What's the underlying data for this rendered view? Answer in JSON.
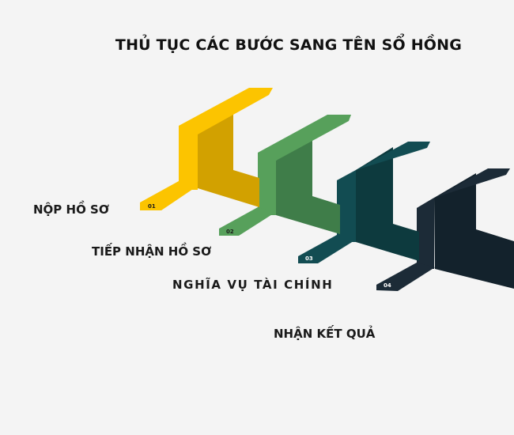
{
  "title": "THỦ TỤC CÁC BƯỚC SANG TÊN SỔ HỒNG",
  "steps": [
    {
      "number": "01",
      "label": "NỘP HỒ SƠ",
      "color": "#fcc400",
      "side_color": "#d2a100",
      "text_color": "#1a1a1a"
    },
    {
      "number": "02",
      "label": "TIẾP NHẬN HỒ SƠ",
      "color": "#57a05b",
      "side_color": "#3f7d49",
      "text_color": "#1a1a1a"
    },
    {
      "number": "03",
      "label": "NGHĨA VỤ TÀI CHÍNH",
      "color": "#124c52",
      "side_color": "#0d3a3e",
      "text_color": "#ffffff"
    },
    {
      "number": "04",
      "label": "NHẬN KẾT QUẢ",
      "color": "#1c2b37",
      "side_color": "#13222c",
      "text_color": "#ffffff"
    }
  ]
}
